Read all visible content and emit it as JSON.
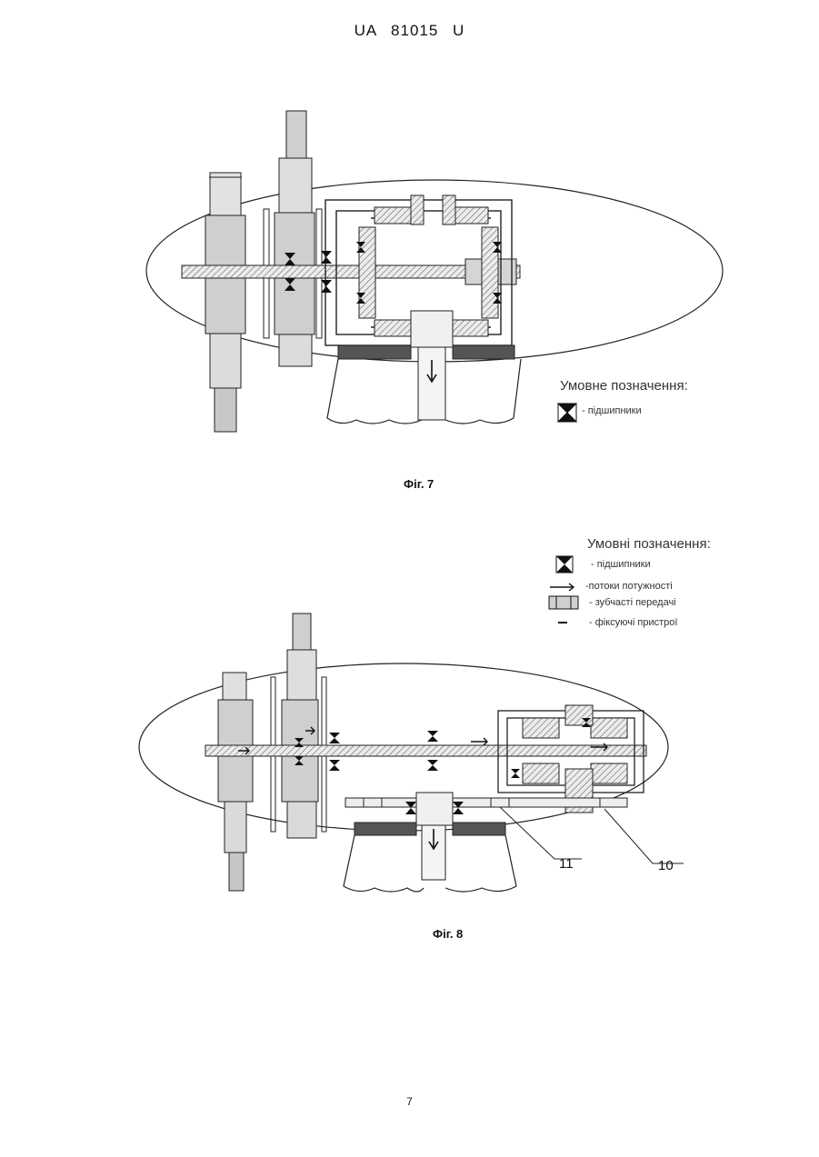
{
  "header": {
    "doc_id": "UA  81015  U"
  },
  "figure7": {
    "caption": "Фіг. 7",
    "legend_title": "Умовне позначення:",
    "legend_items": [
      {
        "icon": "bearing-icon",
        "label": "- підшипники"
      }
    ]
  },
  "figure8": {
    "caption": "Фіг. 8",
    "legend_title": "Умовні позначення:",
    "legend_items": [
      {
        "icon": "bearing-icon",
        "label": "- підшипники"
      },
      {
        "icon": "power-flow-arrow-icon",
        "label": "-потоки потужності"
      },
      {
        "icon": "gear-transmission-icon",
        "label": "- зубчасті передачі"
      },
      {
        "icon": "locking-device-icon",
        "label": "-  фіксуючі пристрої"
      }
    ],
    "callouts": [
      "11",
      "10"
    ]
  },
  "footer": {
    "page_number": "7"
  }
}
